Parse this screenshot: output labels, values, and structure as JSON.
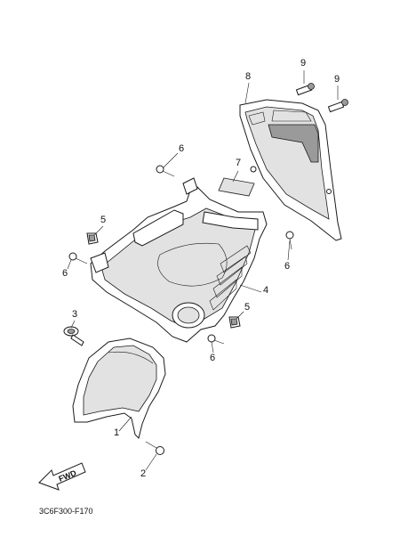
{
  "callouts": {
    "c1": "1",
    "c2": "2",
    "c3": "3",
    "c4": "4",
    "c5a": "5",
    "c5b": "5",
    "c6a": "6",
    "c6b": "6",
    "c6c": "6",
    "c6d": "6",
    "c7": "7",
    "c8": "8",
    "c9a": "9",
    "c9b": "9"
  },
  "fwd_arrow": {
    "label": "FWD"
  },
  "drawing_code": "3C6F300-F170",
  "colors": {
    "line": "#1a1a1a",
    "shading": "#e2e2e2",
    "background": "#ffffff"
  }
}
